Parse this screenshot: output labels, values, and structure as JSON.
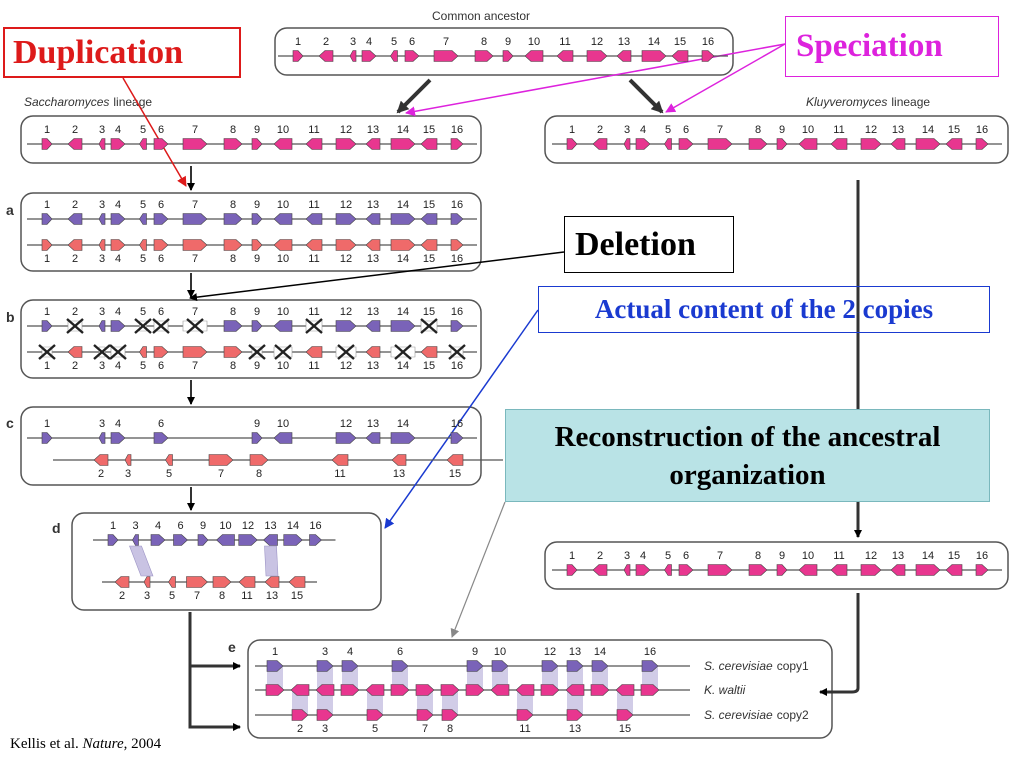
{
  "title": "Common ancestor",
  "lineages": {
    "sacch": "lineage",
    "sacch_genus": "Saccharomyces",
    "kluy": "lineage",
    "kluy_genus": "Kluyveromyces"
  },
  "callouts": {
    "duplication": "Duplication",
    "speciation": "Speciation",
    "deletion": "Deletion",
    "actual_content": "Actual content of the 2 copies",
    "reconstruction": "Reconstruction of the ancestral organization"
  },
  "panels": [
    "a",
    "b",
    "c",
    "d",
    "e"
  ],
  "panel_e_rows": [
    {
      "italic": "S. cerevisiae",
      "suffix": "copy1"
    },
    {
      "italic": "K. waltii",
      "suffix": ""
    },
    {
      "italic": "S. cerevisiae",
      "suffix": "copy2"
    }
  ],
  "citation": {
    "authors": "Kellis et al.",
    "journal": "Nature",
    "year": ", 2004"
  },
  "colors": {
    "pink": "#e8368f",
    "purple": "#7a63b8",
    "salmon": "#ef6a6a",
    "link": "#c9c3e3",
    "duplication": "#dd1a1a",
    "speciation": "#dd22dd",
    "actual": "#1a3ad0",
    "reconstruction_bg": "#b9e3e6"
  },
  "genes": {
    "ancestor": [
      "1",
      "2",
      "3",
      "4",
      "5",
      "6",
      "7",
      "8",
      "9",
      "10",
      "11",
      "12",
      "13",
      "14",
      "15",
      "16"
    ],
    "panel_c_top": [
      "1",
      "3",
      "4",
      "6",
      "9",
      "10",
      "12",
      "13",
      "14",
      "16"
    ],
    "panel_c_bottom": [
      "2",
      "3",
      "5",
      "7",
      "8",
      "11",
      "13",
      "15"
    ],
    "panel_d_top": [
      "1",
      "3",
      "4",
      "6",
      "9",
      "10",
      "12",
      "13",
      "14",
      "16"
    ],
    "panel_d_bottom": [
      "2",
      "3",
      "5",
      "7",
      "8",
      "11",
      "13",
      "15"
    ],
    "panel_e_top": [
      "1",
      "3",
      "4",
      "6",
      "9",
      "10",
      "12",
      "13",
      "14",
      "16"
    ],
    "panel_e_bottom": [
      "2",
      "3",
      "5",
      "7",
      "8",
      "11",
      "13",
      "15"
    ]
  },
  "deleted": {
    "b_top": [
      "2",
      "5",
      "6",
      "7",
      "11",
      "15"
    ],
    "b_bottom": [
      "1",
      "3",
      "4",
      "9",
      "10",
      "12",
      "14",
      "16"
    ]
  }
}
